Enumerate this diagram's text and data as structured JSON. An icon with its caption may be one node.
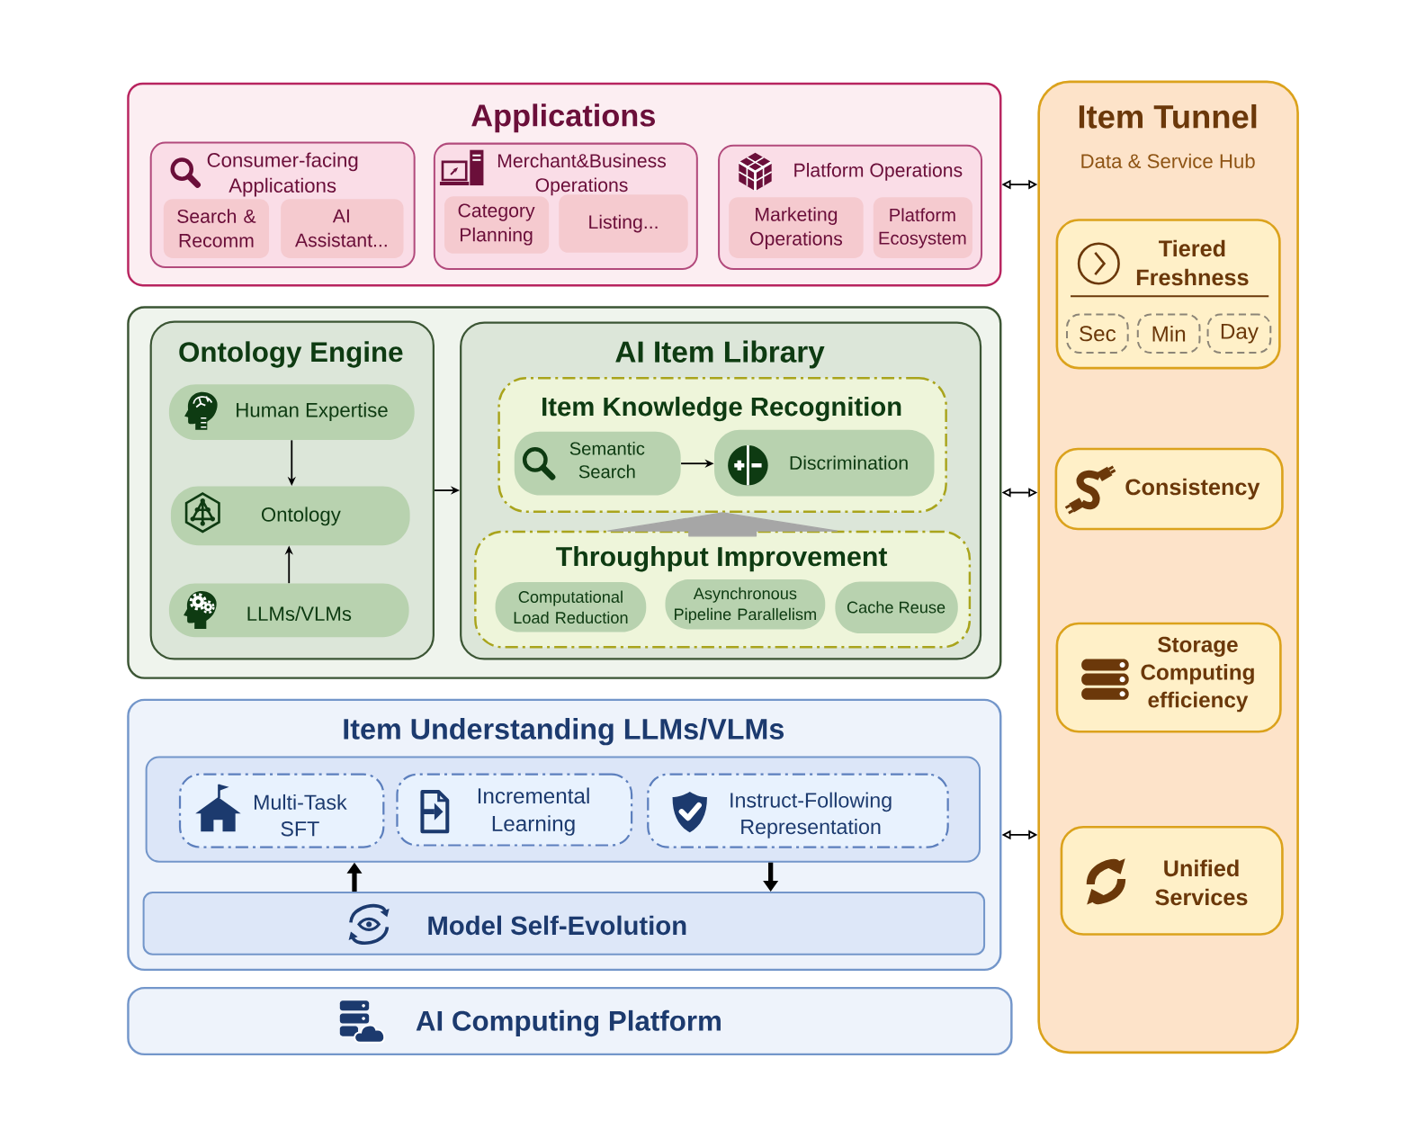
{
  "diagram": {
    "nodes": [
      {
        "text": [
          "Applications"
        ]
      },
      {
        "text": [
          "Consumer-facing Applications"
        ],
        "in": 0
      },
      {
        "text": [
          "Search & Recomm"
        ],
        "in": 1
      },
      {
        "text": [
          "AI Assistant..."
        ],
        "in": 1
      },
      {
        "text": [
          "Merchant&Business Operations"
        ],
        "in": 0
      },
      {
        "text": [
          "Category Planning"
        ],
        "in": 4
      },
      {
        "text": [
          "Listing..."
        ],
        "in": 4
      },
      {
        "text": [
          "Platform Operations"
        ],
        "in": 0
      },
      {
        "text": [
          "Marketing Operations"
        ],
        "in": 7
      },
      {
        "text": [
          "Platform Ecosystem"
        ],
        "in": 7
      },
      {
        "text": [],
        "shape": "box"
      },
      {
        "text": [
          "Ontology Engine"
        ],
        "in": 10
      },
      {
        "text": [
          "Human Expertise"
        ],
        "in": 11
      },
      {
        "text": [
          "Ontology"
        ],
        "in": 11
      },
      {
        "text": [
          "LLMs/VLMs"
        ],
        "in": 11
      },
      {
        "text": [
          "AI Item Library"
        ],
        "in": 10
      },
      {
        "text": [
          "Item Knowledge Recognition"
        ],
        "in": 15
      },
      {
        "text": [
          "Semantic Search"
        ],
        "in": 16
      },
      {
        "text": [
          "Discrimination"
        ],
        "in": 16
      },
      {
        "text": [
          "Throughput Improvement"
        ],
        "in": 15
      },
      {
        "text": [
          "Computational Load Reduction"
        ],
        "in": 19
      },
      {
        "text": [
          "Asynchronous Pipeline Parallelism"
        ],
        "in": 19
      },
      {
        "text": [
          "Cache Reuse"
        ],
        "in": 19
      },
      {
        "text": [
          "Item Understanding LLMs/VLMs"
        ]
      },
      {
        "text": [],
        "shape": "box",
        "in": 23
      },
      {
        "text": [
          "Multi-Task SFT"
        ],
        "in": 24
      },
      {
        "text": [
          "Incremental Learning"
        ],
        "in": 24
      },
      {
        "text": [
          "Instruct-Following Representation"
        ],
        "in": 24
      },
      {
        "text": [
          "Model Self-Evolution"
        ],
        "in": 23
      },
      {
        "text": [
          "AI Computing Platform"
        ]
      },
      {
        "text": [
          "Item Tunnel",
          "Data & Service Hub"
        ]
      },
      {
        "text": [
          "Tiered Freshness"
        ],
        "in": 30
      },
      {
        "text": [
          "Sec"
        ],
        "in": 31
      },
      {
        "text": [
          "Min"
        ],
        "in": 31
      },
      {
        "text": [
          "Day"
        ],
        "in": 31
      },
      {
        "text": [
          "Consistency"
        ],
        "in": 30
      },
      {
        "text": [
          "Storage Computing efficiency"
        ],
        "in": 30
      },
      {
        "text": [
          "Unified Services"
        ],
        "in": 30
      }
    ],
    "edges": [
      {
        "from": 0,
        "to": 30,
        "arrow": "both"
      },
      {
        "from": 10,
        "to": 30,
        "arrow": "both"
      },
      {
        "from": 23,
        "to": 30,
        "arrow": "both"
      },
      {
        "from": 12,
        "to": 13,
        "arrow": "to"
      },
      {
        "from": 14,
        "to": 13,
        "arrow": "to"
      },
      {
        "from": 11,
        "to": 15,
        "arrow": "to"
      },
      {
        "from": 17,
        "to": 18,
        "arrow": "to"
      },
      {
        "from": 19,
        "to": 16,
        "arrow": "to",
        "style": "thick",
        "color": "#a6a6a6"
      },
      {
        "from": 28,
        "to": 24,
        "arrow": "to",
        "style": "thick"
      },
      {
        "from": 24,
        "to": 28,
        "arrow": "to",
        "style": "thick"
      }
    ]
  }
}
